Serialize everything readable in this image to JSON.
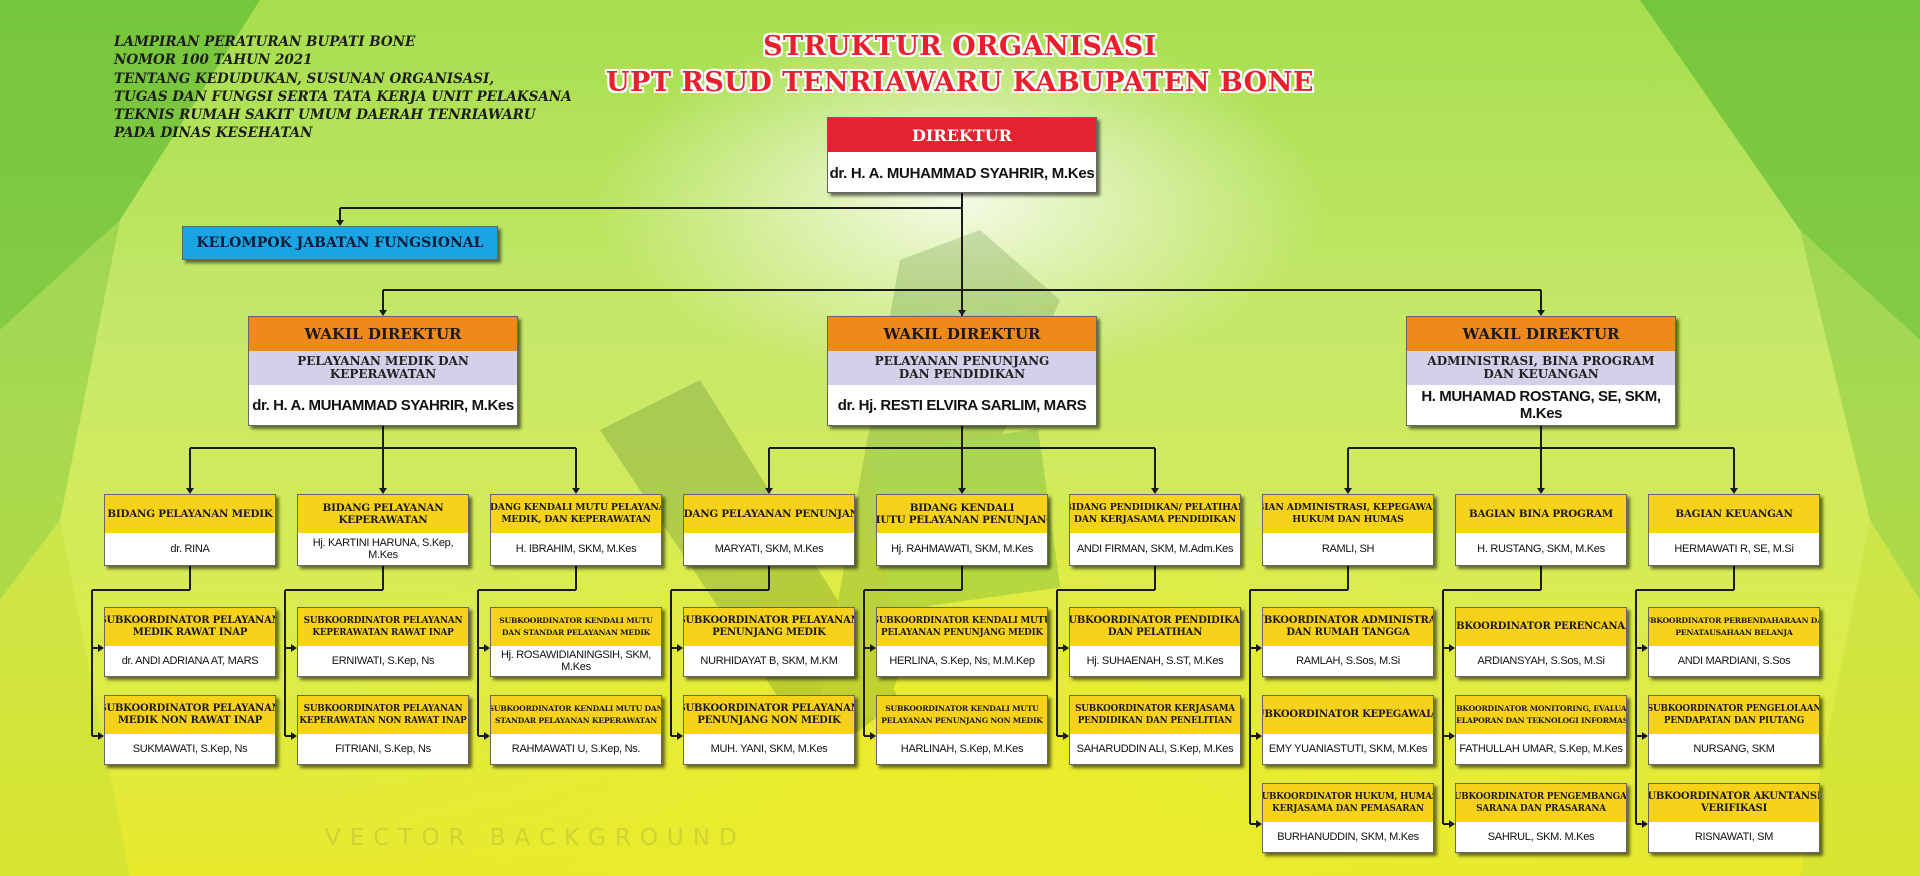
{
  "title": {
    "line1": "STRUKTUR ORGANISASI",
    "line2": "UPT RSUD TENRIAWARU KABUPATEN BONE"
  },
  "legal": {
    "lines": [
      "LAMPIRAN PERATURAN BUPATI BONE",
      "NOMOR 100 TAHUN 2021",
      "TENTANG KEDUDUKAN, SUSUNAN ORGANISASI,",
      "TUGAS DAN FUNGSI SERTA TATA KERJA UNIT PELAKSANA",
      "TEKNIS RUMAH SAKIT UMUM DAERAH TENRIAWARU",
      "PADA DINAS KESEHATAN"
    ]
  },
  "watermark": "VECTOR BACKGROUND",
  "colors": {
    "red": "#e42230",
    "orange": "#f0891c",
    "lavender": "#d4d0ea",
    "yellow": "#f7d21a",
    "blue": "#19a4e2",
    "line": "#1a1a1a"
  },
  "director": {
    "title": "DIREKTUR",
    "name": "dr. H. A. MUHAMMAD SYAHRIR, M.Kes"
  },
  "functional_group": "KELOMPOK JABATAN FUNGSIONAL",
  "deputies": [
    {
      "title": "WAKIL DIREKTUR",
      "unit": [
        "PELAYANAN MEDIK DAN",
        "KEPERAWATAN"
      ],
      "name": "dr. H. A. MUHAMMAD SYAHRIR, M.Kes",
      "bidang": [
        {
          "title": [
            "BIDANG PELAYANAN  MEDIK"
          ],
          "name": "dr. RINA",
          "subs": [
            {
              "title": [
                "SUBKOORDINATOR PELAYANAN",
                "MEDIK RAWAT INAP"
              ],
              "name": "dr. ANDI ADRIANA AT, MARS"
            },
            {
              "title": [
                "SUBKOORDINATOR PELAYANAN",
                "MEDIK NON RAWAT INAP"
              ],
              "name": "SUKMAWATI, S.Kep, Ns"
            }
          ]
        },
        {
          "title": [
            "BIDANG PELAYANAN",
            "KEPERAWATAN"
          ],
          "name": "Hj. KARTINI HARUNA, S.Kep, M.Kes",
          "subs": [
            {
              "title": [
                "SUBKOORDINATOR PELAYANAN",
                "KEPERAWATAN RAWAT INAP"
              ],
              "name": "ERNIWATI, S.Kep, Ns"
            },
            {
              "title": [
                "SUBKOORDINATOR PELAYANAN",
                "KEPERAWATAN NON RAWAT INAP"
              ],
              "name": "FITRIANI, S.Kep, Ns"
            }
          ]
        },
        {
          "title": [
            "BIDANG KENDALI  MUTU PELAYANAN",
            "MEDIK, DAN KEPERAWATAN"
          ],
          "name": "H. IBRAHIM, SKM, M.Kes",
          "subs": [
            {
              "title": [
                "SUBKOORDINATOR KENDALI MUTU",
                "DAN STANDAR PELAYANAN MEDIK"
              ],
              "name": "Hj. ROSAWIDIANINGSIH, SKM, M.Kes"
            },
            {
              "title": [
                "SUBKOORDINATOR KENDALI MUTU DAN",
                "STANDAR PELAYANAN KEPERAWATAN"
              ],
              "name": "RAHMAWATI U, S.Kep, Ns."
            }
          ]
        }
      ]
    },
    {
      "title": "WAKIL DIREKTUR",
      "unit": [
        "PELAYANAN PENUNJANG",
        "DAN PENDIDIKAN"
      ],
      "name": "dr. Hj. RESTI ELVIRA SARLIM, MARS",
      "bidang": [
        {
          "title": [
            "BIDANG PELAYANAN PENUNJANG"
          ],
          "name": "MARYATI, SKM, M.Kes",
          "subs": [
            {
              "title": [
                "SUBKOORDINATOR PELAYANAN",
                "PENUNJANG MEDIK"
              ],
              "name": "NURHIDAYAT B, SKM, M.KM"
            },
            {
              "title": [
                "SUBKOORDINATOR PELAYANAN",
                "PENUNJANG NON MEDIK"
              ],
              "name": "MUH. YANI, SKM, M.Kes"
            }
          ]
        },
        {
          "title": [
            "BIDANG KENDALI",
            "MUTU PELAYANAN PENUNJANG"
          ],
          "name": "Hj. RAHMAWATI, SKM, M.Kes",
          "subs": [
            {
              "title": [
                "SUBKOORDINATOR KENDALI MUTU",
                "PELAYANAN PENUNJANG MEDIK"
              ],
              "name": "HERLINA, S.Kep, Ns, M.M.Kep"
            },
            {
              "title": [
                "SUBKOORDINATOR KENDALI MUTU",
                "PELAYANAN PENUNJANG NON MEDIK"
              ],
              "name": "HARLINAH, S.Kep, M.Kes"
            }
          ]
        },
        {
          "title": [
            "BIDANG PENDIDIKAN/ PELATIHAN",
            "DAN KERJASAMA PENDIDIKAN"
          ],
          "name": "ANDI FIRMAN, SKM, M.Adm.Kes",
          "subs": [
            {
              "title": [
                "SUBKOORDINATOR PENDIDIKAN",
                "DAN PELATIHAN"
              ],
              "name": "Hj. SUHAENAH, S.ST, M.Kes"
            },
            {
              "title": [
                "SUBKOORDINATOR KERJASAMA",
                "PENDIDIKAN DAN PENELITIAN"
              ],
              "name": "SAHARUDDIN ALI, S.Kep, M.Kes"
            }
          ]
        }
      ]
    },
    {
      "title": "WAKIL DIREKTUR",
      "unit": [
        "ADMINISTRASI, BINA PROGRAM",
        "DAN  KEUANGAN"
      ],
      "name": "H. MUHAMAD ROSTANG, SE, SKM, M.Kes",
      "bidang": [
        {
          "title": [
            "BAGIAN ADMINISTRASI, KEPEGAWAIAN,",
            "HUKUM DAN HUMAS"
          ],
          "name": "RAMLI, SH",
          "subs": [
            {
              "title": [
                "SUBKOORDINATOR ADMINISTRASI",
                "DAN RUMAH TANGGA"
              ],
              "name": "RAMLAH, S.Sos, M.Si"
            },
            {
              "title": [
                "SUBKOORDINATOR KEPEGAWAIAN"
              ],
              "name": "EMY YUANIASTUTI, SKM, M.Kes"
            },
            {
              "title": [
                "SUBKOORDINATOR HUKUM, HUMAS,",
                "KERJASAMA DAN PEMASARAN"
              ],
              "name": "BURHANUDDIN, SKM, M.Kes"
            }
          ]
        },
        {
          "title": [
            "BAGIAN BINA PROGRAM"
          ],
          "name": "H. RUSTANG, SKM, M.Kes",
          "subs": [
            {
              "title": [
                "SUBKOORDINATOR PERENCANAAN"
              ],
              "name": "ARDIANSYAH, S.Sos, M.Si"
            },
            {
              "title": [
                "SUBKOORDINATOR MONITORING, EVALUASI,",
                "PELAPORAN DAN TEKNOLOGI INFORMASI"
              ],
              "name": "FATHULLAH UMAR, S.Kep, M.Kes"
            },
            {
              "title": [
                "SUBKOORDINATOR PENGEMBANGAN",
                "SARANA DAN PRASARANA"
              ],
              "name": "SAHRUL, SKM. M.Kes"
            }
          ]
        },
        {
          "title": [
            "BAGIAN KEUANGAN"
          ],
          "name": "HERMAWATI R, SE, M.Si",
          "subs": [
            {
              "title": [
                "SUBKOORDINATOR PERBENDAHARAAN DAN",
                "PENATAUSAHAAN BELANJA"
              ],
              "name": "ANDI MARDIANI, S.Sos"
            },
            {
              "title": [
                "SUBKOORDINATOR PENGELOLAAN",
                "PENDAPATAN DAN PIUTANG"
              ],
              "name": "NURSANG, SKM"
            },
            {
              "title": [
                "Plt. SUBKOORDINATOR AKUNTANSI DAN",
                "VERIFIKASI"
              ],
              "name": "RISNAWATI, SM"
            }
          ]
        }
      ]
    }
  ]
}
